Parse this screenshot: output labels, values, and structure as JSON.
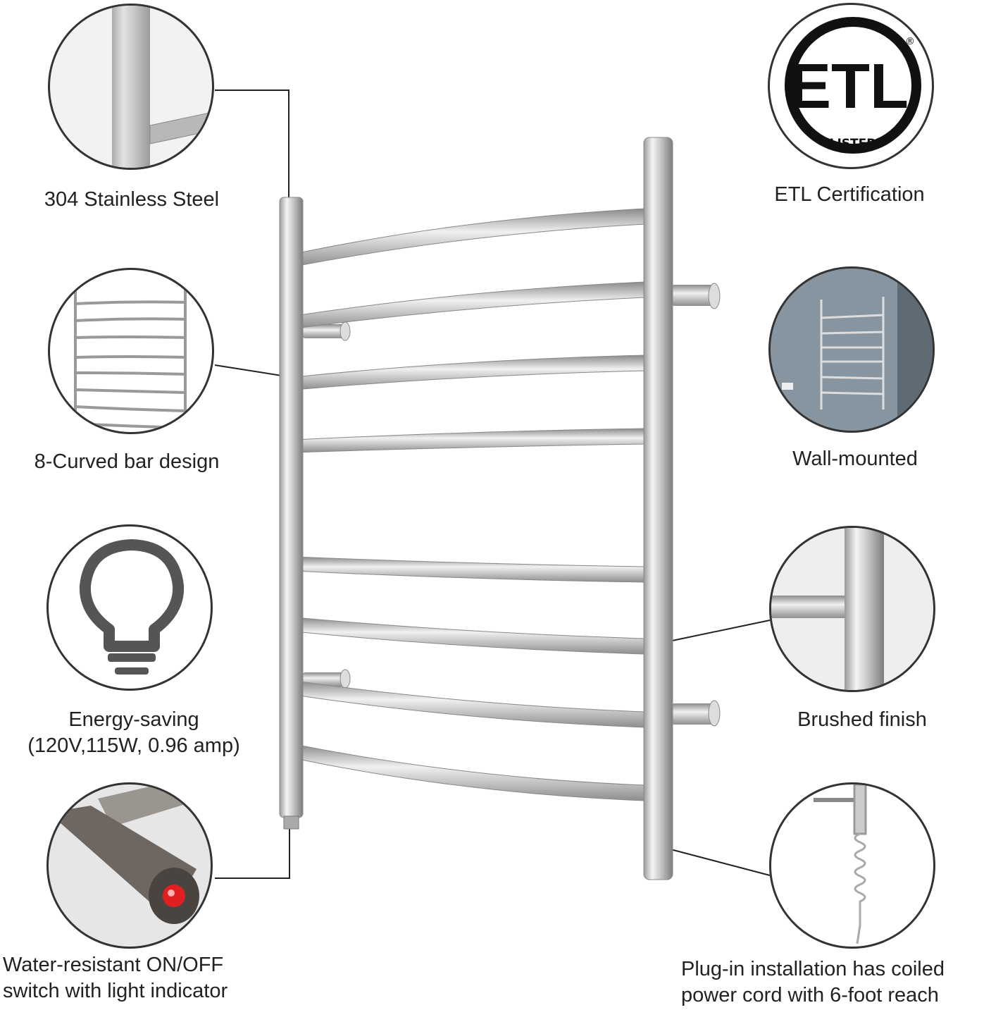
{
  "features_left": [
    {
      "id": "steel",
      "lines": [
        "304 Stainless Steel"
      ]
    },
    {
      "id": "bars",
      "lines": [
        "8-Curved bar design"
      ]
    },
    {
      "id": "energy",
      "lines": [
        "Energy-saving",
        "(120V,115W, 0.96 amp)"
      ]
    },
    {
      "id": "switch",
      "lines": [
        "Water-resistant ON/OFF",
        "switch with light indicator"
      ]
    }
  ],
  "features_right": [
    {
      "id": "etl",
      "lines": [
        "ETL Certification"
      ]
    },
    {
      "id": "wall",
      "lines": [
        "Wall-mounted"
      ]
    },
    {
      "id": "brushed",
      "lines": [
        "Brushed finish"
      ]
    },
    {
      "id": "plug",
      "lines": [
        "Plug-in installation has coiled",
        "power cord with 6-foot reach"
      ]
    }
  ],
  "etl_logo": {
    "text": "ETL",
    "sub": "LISTED",
    "mark": "®"
  },
  "colors": {
    "steel_light": "#e8e8e8",
    "steel_dark": "#8a8a8a",
    "line": "#222222",
    "indicator": "#e02020"
  }
}
